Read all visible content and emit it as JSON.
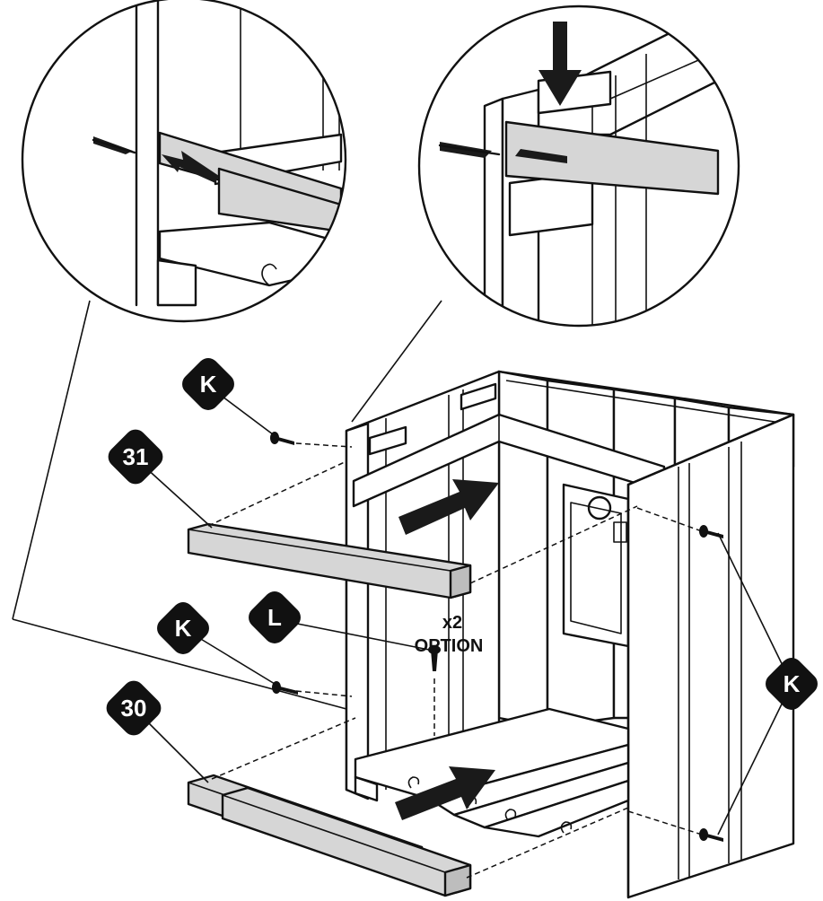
{
  "labels": {
    "part_31": "31",
    "part_30": "30",
    "screw_k": "K",
    "screw_l": "L"
  },
  "note": {
    "quantity": "x2",
    "option": "OPTION"
  },
  "colors": {
    "ink": "#111111",
    "part_fill": "#d6d6d6",
    "background": "#ffffff"
  }
}
